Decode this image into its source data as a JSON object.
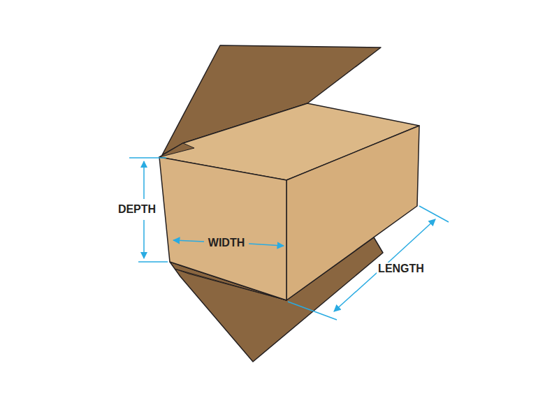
{
  "diagram": {
    "labels": [
      "DEPTH",
      "WIDTH",
      "LENGTH"
    ]
  }
}
